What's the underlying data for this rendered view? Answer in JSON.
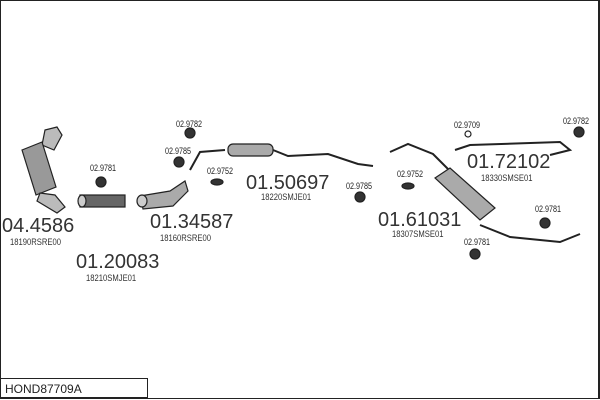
{
  "diagram_code": "HOND87709A",
  "parts": [
    {
      "number": "04.4586",
      "ref": "18190RSRE00"
    },
    {
      "number": "01.20083",
      "ref": "18210SMJE01"
    },
    {
      "number": "01.34587",
      "ref": "18160RSRE00"
    },
    {
      "number": "01.50697",
      "ref": "18220SMJE01"
    },
    {
      "number": "01.61031",
      "ref": "18307SMSE01"
    },
    {
      "number": "01.72102",
      "ref": "18330SMSE01"
    }
  ],
  "accessories": [
    "02.9781",
    "02.9782",
    "02.9785",
    "02.9752",
    "02.9785",
    "02.9752",
    "02.9709",
    "02.9782",
    "02.9781",
    "02.9781"
  ]
}
